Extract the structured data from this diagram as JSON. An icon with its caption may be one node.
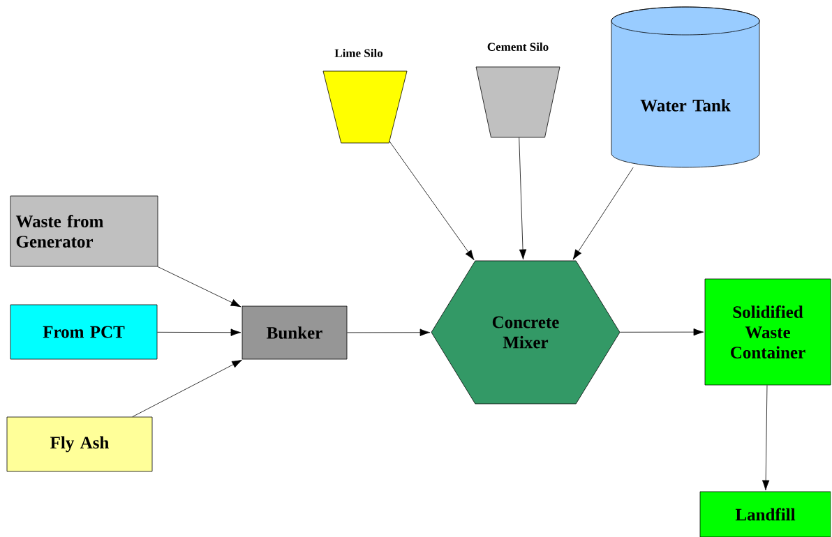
{
  "diagram": {
    "nodes": [
      {
        "text": [
          "Waste from Generator"
        ]
      },
      {
        "text": [
          "From PCT"
        ]
      },
      {
        "text": [
          "Fly Ash"
        ]
      },
      {
        "text": [
          "Bunker"
        ]
      },
      {
        "text": [
          "Lime Silo"
        ]
      },
      {
        "text": [
          "Cement Silo"
        ]
      },
      {
        "text": [
          "Water Tank"
        ]
      },
      {
        "text": [
          "Concrete Mixer"
        ]
      },
      {
        "text": [
          "Solidified Waste Container"
        ]
      },
      {
        "text": [
          "Landfill"
        ]
      }
    ],
    "edges": [
      {
        "from": 0,
        "to": 3,
        "arrow": "to"
      },
      {
        "from": 1,
        "to": 3,
        "arrow": "to"
      },
      {
        "from": 2,
        "to": 3,
        "arrow": "to"
      },
      {
        "from": 3,
        "to": 7,
        "arrow": "to"
      },
      {
        "from": 4,
        "to": 7,
        "arrow": "to"
      },
      {
        "from": 5,
        "to": 7,
        "arrow": "to"
      },
      {
        "from": 6,
        "to": 7,
        "arrow": "to"
      },
      {
        "from": 7,
        "to": 8,
        "arrow": "to"
      },
      {
        "from": 8,
        "to": 9,
        "arrow": "to"
      }
    ]
  }
}
